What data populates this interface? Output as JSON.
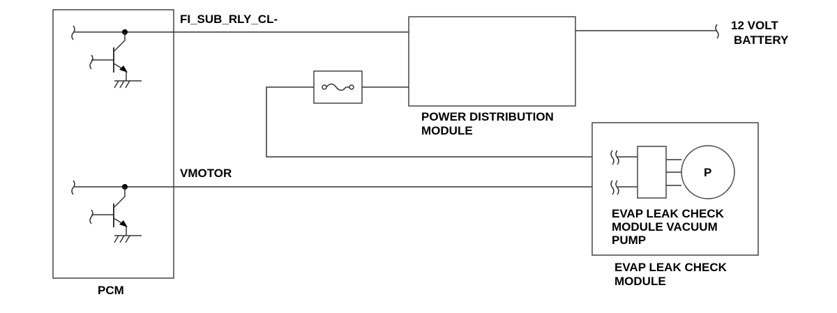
{
  "signals": {
    "top_wire": "FI_SUB_RLY_CL-",
    "bottom_wire": "VMOTOR"
  },
  "battery": {
    "line1": "12 VOLT",
    "line2": "BATTERY"
  },
  "power_distribution": {
    "line1": "POWER DISTRIBUTION",
    "line2": "MODULE"
  },
  "pcm": {
    "label": "PCM"
  },
  "evap_pump": {
    "line1": "EVAP LEAK CHECK",
    "line2": "MODULE VACUUM",
    "line3": "PUMP",
    "motor_symbol": "P"
  },
  "evap_module": {
    "line1": "EVAP LEAK CHECK",
    "line2": "MODULE"
  }
}
